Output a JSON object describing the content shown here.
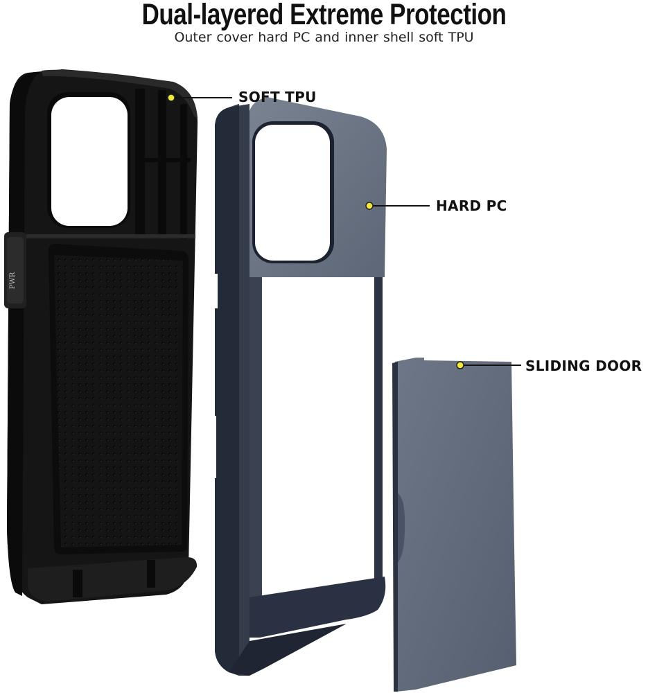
{
  "header": {
    "title": "Dual-layered Extreme Protection",
    "subtitle": "Outer cover hard PC  and inner shell soft TPU"
  },
  "callouts": [
    {
      "label": "SOFT TPU",
      "part": "inner-shell"
    },
    {
      "label": "HARD PC",
      "part": "outer-cover"
    },
    {
      "label": "SLIDING DOOR",
      "part": "card-door"
    }
  ],
  "inner_shell": {
    "button_text": "PWR"
  },
  "colors": {
    "background": "#ffffff",
    "tpu_black": "#1a1a1a",
    "pc_navy": "#6b7482",
    "pc_navy_dark": "#2a3140",
    "door": "#5f6878",
    "callout_dot": "#f2e93a",
    "callout_line": "#111111"
  }
}
